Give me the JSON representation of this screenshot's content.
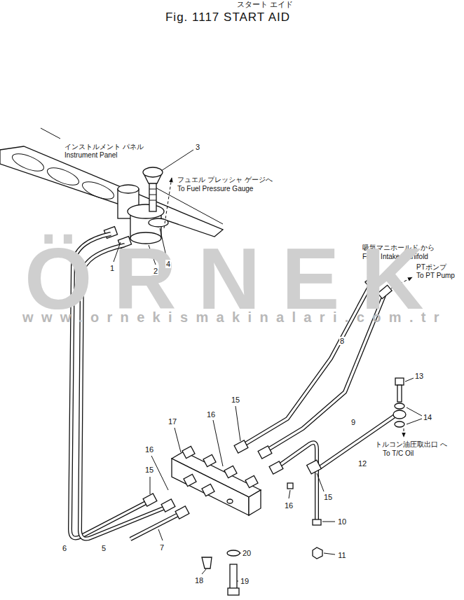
{
  "diagram": {
    "title": "Fig. 1117 START AID",
    "labels": [
      "スタート エイド",
      "インストルメント パネル",
      "Instrument Panel",
      "フュエル プレッシャ ゲージへ",
      "To Fuel Pressure Gauge",
      "吸気マニホールド から",
      "From Intake Manifold",
      "PTポンプ",
      "To PT Pump",
      "トルコン油圧取出口 へ",
      "To T/C Oil",
      "ÖRNEK",
      "www.ornekismakinalari.com.tr",
      "3",
      "1",
      "2",
      "4",
      "8",
      "9",
      "13",
      "14",
      "12",
      "15",
      "16",
      "17",
      "15",
      "16",
      "15",
      "16",
      "6",
      "5",
      "7",
      "18",
      "20",
      "19",
      "10",
      "11"
    ]
  }
}
